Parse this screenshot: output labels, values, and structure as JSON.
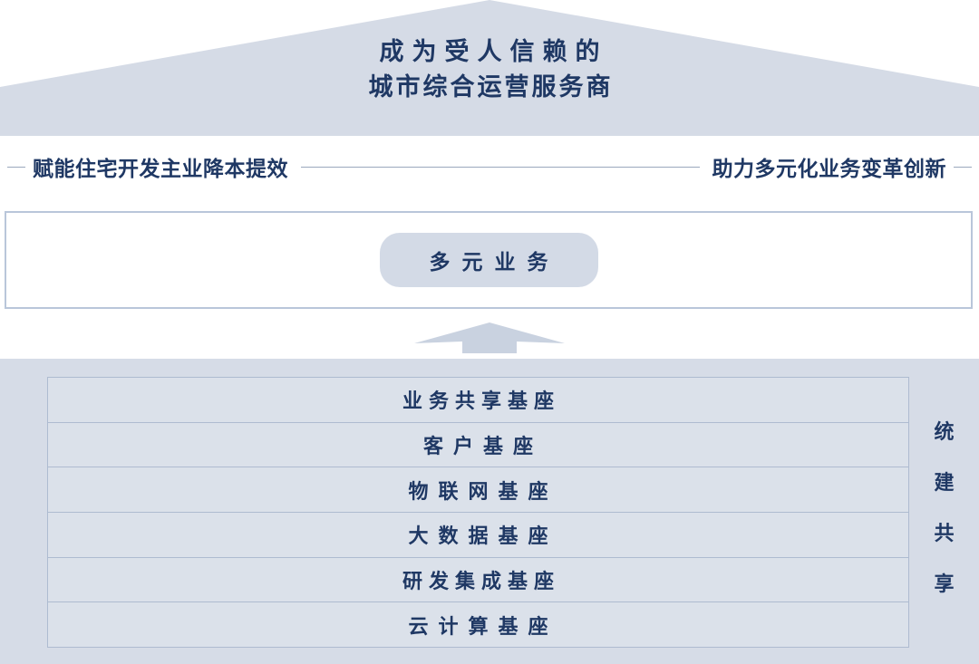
{
  "colors": {
    "roof_fill": "#d5dbe6",
    "text_navy": "#1f3864",
    "panel_bg": "#d6dce7",
    "row_bg": "#dbe1ea",
    "row_border": "#aebbd0",
    "rule": "#9aa8bd",
    "pill_bg": "#d3dae6",
    "box_border": "#b9c6da",
    "arrow_fill": "#c9d2e0"
  },
  "roof": {
    "title_line1": "成为受人信赖的",
    "title_line2": "城市综合运营服务商"
  },
  "slogan_band": {
    "left_text": "赋能住宅开发主业降本提效",
    "right_text": "助力多元化业务变革创新"
  },
  "middle": {
    "pill_label": "多元业务"
  },
  "arrow": {
    "icon": "arrow-up-icon",
    "direction": "up"
  },
  "base": {
    "rows": [
      {
        "label": "业务共享基座",
        "spacing": "tight"
      },
      {
        "label": "客户基座",
        "spacing": "wide"
      },
      {
        "label": "物联网基座",
        "spacing": "wide"
      },
      {
        "label": "大数据基座",
        "spacing": "wide"
      },
      {
        "label": "研发集成基座",
        "spacing": "tight"
      },
      {
        "label": "云计算基座",
        "spacing": "wide"
      }
    ],
    "side_label": {
      "full": "统建共享",
      "chars": [
        "统",
        "建",
        "共",
        "享"
      ]
    }
  }
}
